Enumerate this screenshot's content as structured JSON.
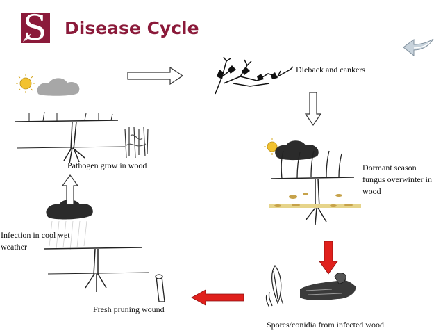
{
  "header": {
    "logo_letter": "S",
    "title": "Disease Cycle",
    "back_icon": "curved-back-arrow-icon",
    "accent_color": "#8b1a3a"
  },
  "stages": {
    "dieback": "Dieback and cankers",
    "dormant": "Dormant season fungus overwinter in wood",
    "spores": "Spores/conidia from infected wood",
    "pruning": "Fresh pruning wound",
    "infection": "Infection in cool wet weather",
    "pathogen": "Pathogen grow in wood"
  },
  "arrows": {
    "outline_color": "#333333",
    "red_color": "#e0201c"
  }
}
